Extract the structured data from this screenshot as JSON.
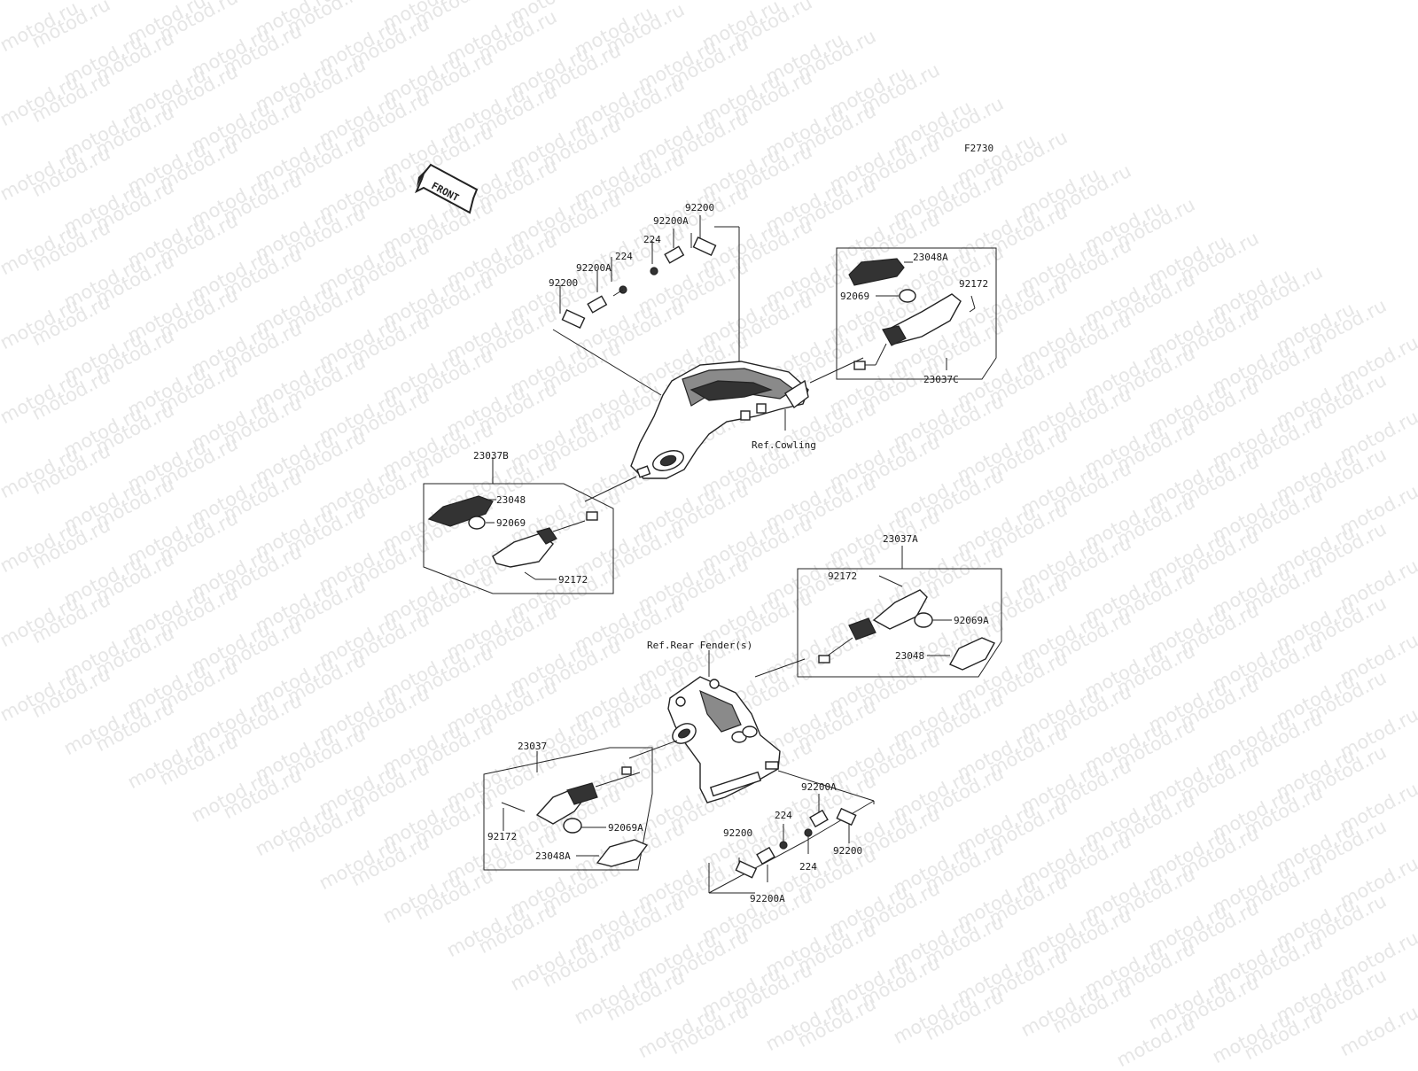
{
  "diagram_code": "F2730",
  "front_label": "FRONT",
  "watermark": "motod.ru",
  "colors": {
    "ink": "#222222",
    "watermark": "#e6e6e6"
  },
  "labels": {
    "top_92200_right": "92200",
    "top_92200A_right": "92200A",
    "top_224_right": "224",
    "top_224_left": "224",
    "top_92200A_left": "92200A",
    "top_92200_left": "92200",
    "fr_23048A": "23048A",
    "fr_92069": "92069",
    "fr_92172": "92172",
    "fr_23037C": "23037C",
    "ref_cowling": "Ref.Cowling",
    "fl_23037B": "23037B",
    "fl_23048": "23048",
    "fl_92069": "92069",
    "fl_92172": "92172",
    "rr_23037A": "23037A",
    "rr_92172": "92172",
    "rr_92069A": "92069A",
    "rr_23048": "23048",
    "ref_rear_fender": "Ref.Rear Fender(s)",
    "rl_23037": "23037",
    "rl_92172": "92172",
    "rl_92069A": "92069A",
    "rl_23048A": "23048A",
    "bot_92200A_right": "92200A",
    "bot_224_top": "224",
    "bot_92200_left": "92200",
    "bot_224_bottom": "224",
    "bot_92200_right": "92200",
    "bot_92200A_bottom": "92200A"
  }
}
